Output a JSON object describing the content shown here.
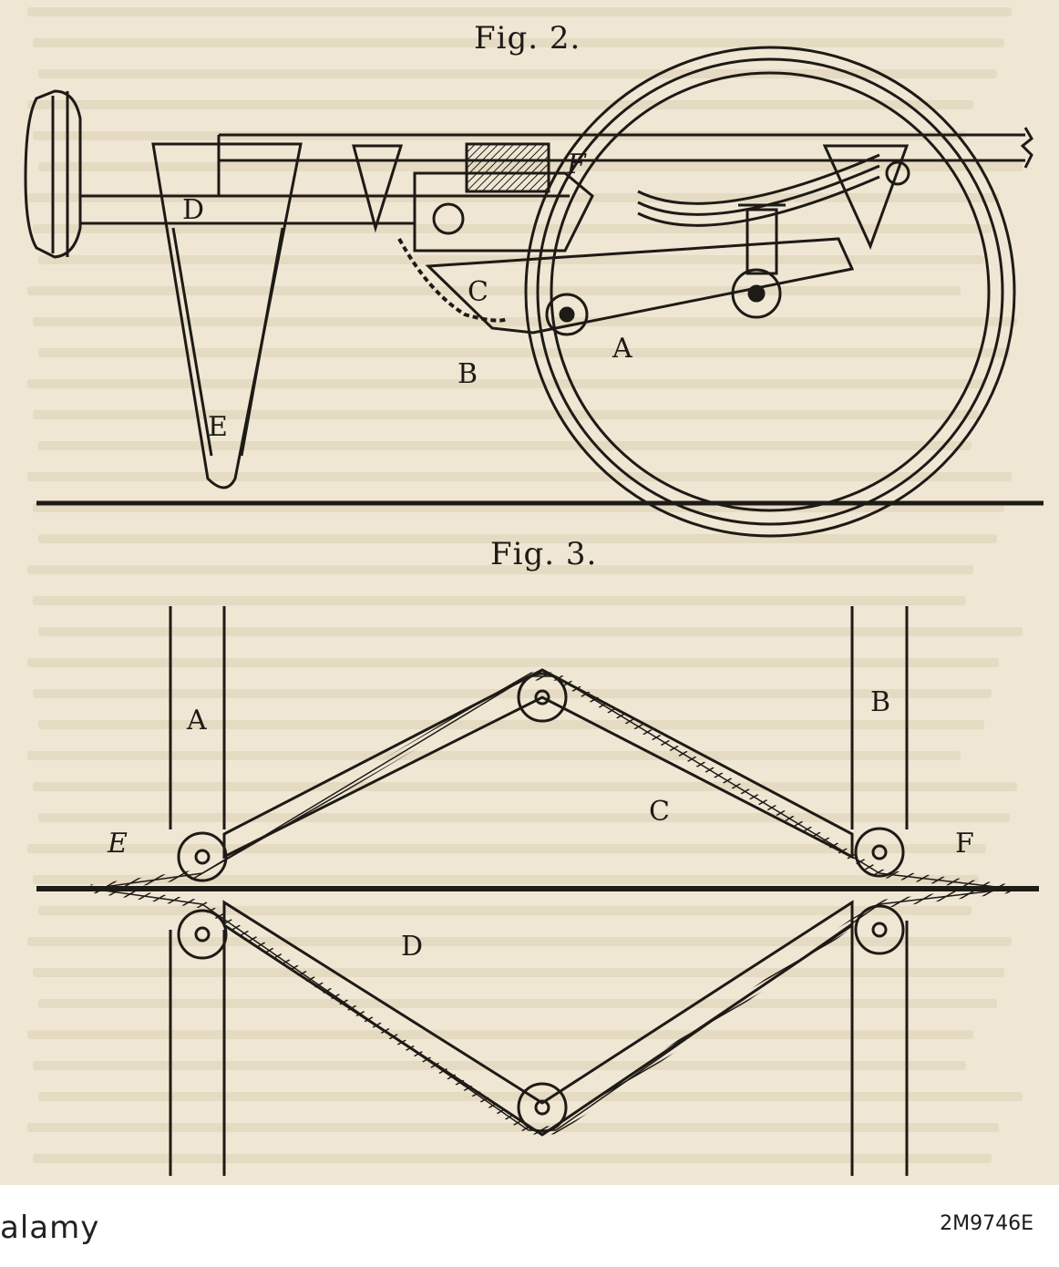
{
  "figures": {
    "fig2": {
      "title": "Fig. 2.",
      "labels": {
        "a": "A",
        "b": "B",
        "c": "C",
        "d": "D",
        "e": "E",
        "f": "F"
      }
    },
    "fig3": {
      "title": "Fig. 3.",
      "labels": {
        "a": "A",
        "b": "B",
        "c": "C",
        "d": "D",
        "e": "E",
        "f": "F"
      }
    }
  },
  "footer": {
    "image_id": "2M9746E"
  },
  "watermark": "alamy",
  "colors": {
    "paper": "#efe7d4",
    "ink": "#1e1a15"
  }
}
